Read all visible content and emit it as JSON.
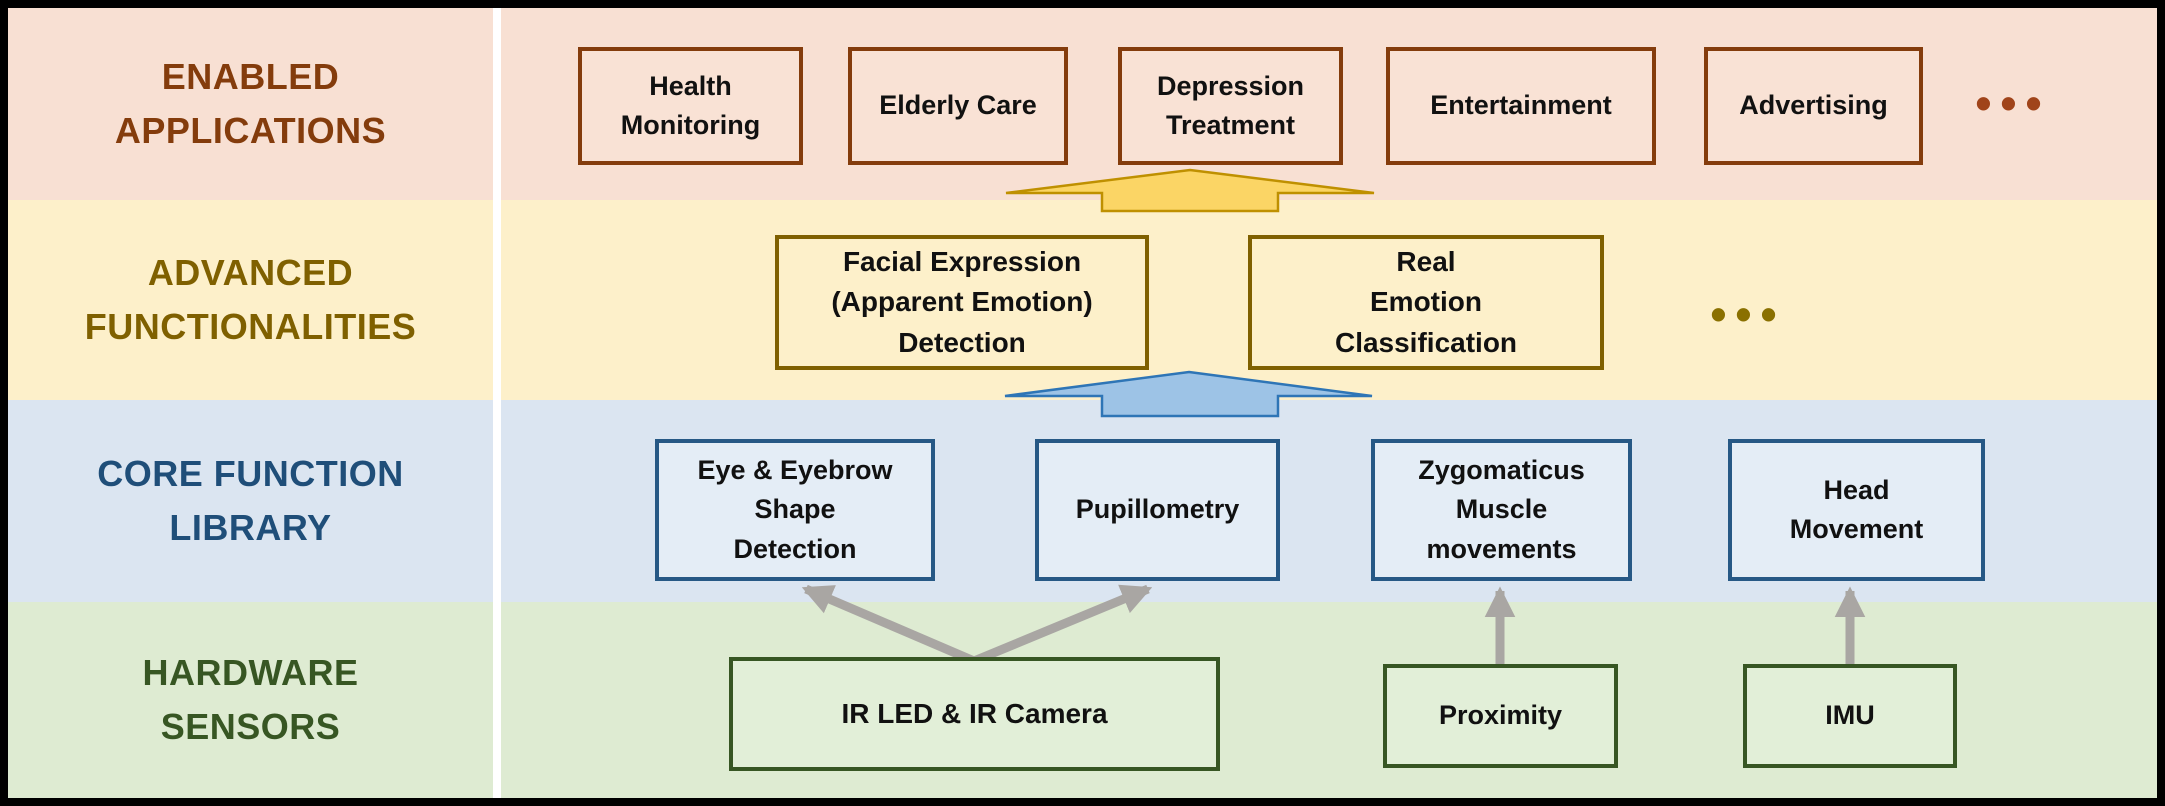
{
  "diagram": {
    "title": "Layered system architecture: hardware sensors to enabled applications",
    "layers": [
      {
        "name": "enabled-applications",
        "label": "ENABLED\nAPPLICATIONS",
        "bg_color": "#F8E0D3",
        "accent_color": "#843C0C",
        "boxes": [
          "Health\nMonitoring",
          "Elderly Care",
          "Depression\nTreatment",
          "Entertainment",
          "Advertising"
        ],
        "ellipsis": "•••"
      },
      {
        "name": "advanced-functionalities",
        "label": "ADVANCED\nFUNCTIONALITIES",
        "bg_color": "#FDF0CA",
        "accent_color": "#7F6000",
        "boxes": [
          "Facial Expression\n(Apparent Emotion)\nDetection",
          "Real\nEmotion\nClassification"
        ],
        "ellipsis": "•••"
      },
      {
        "name": "core-function-library",
        "label": "CORE FUNCTION\nLIBRARY",
        "bg_color": "#DBE5F1",
        "accent_color": "#1F4E79",
        "boxes": [
          "Eye & Eyebrow\nShape\nDetection",
          "Pupillometry",
          "Zygomaticus\nMuscle\nmovements",
          "Head\nMovement"
        ]
      },
      {
        "name": "hardware-sensors",
        "label": "HARDWARE\nSENSORS",
        "bg_color": "#DEEBD2",
        "accent_color": "#375623",
        "boxes": [
          "IR LED & IR Camera",
          "Proximity",
          "IMU"
        ]
      }
    ],
    "arrows": {
      "up_arrow_functionalities_to_applications": {
        "fill": "#FBD565",
        "stroke": "#BF9000"
      },
      "up_arrow_core_to_functionalities": {
        "fill": "#9DC3E6",
        "stroke": "#2E75B6"
      },
      "sensor_links_color": "#A9A6A3",
      "sensor_links": [
        "IR LED & IR Camera → Eye & Eyebrow Shape Detection",
        "IR LED & IR Camera → Pupillometry",
        "Proximity → Zygomaticus Muscle movements",
        "IMU → Head Movement"
      ]
    }
  }
}
